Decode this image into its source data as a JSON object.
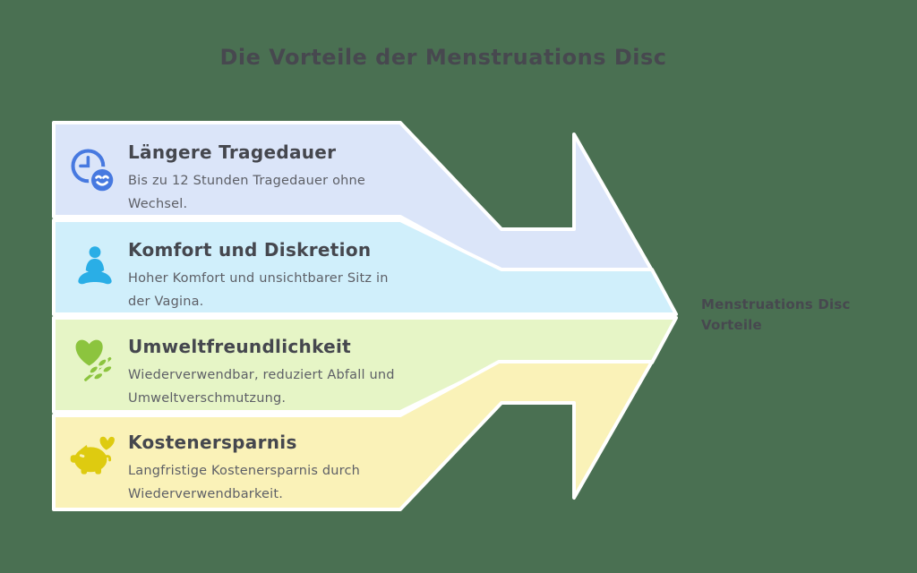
{
  "title": "Die Vorteile der Menstruations Disc",
  "arrow_label": "Menstruations Disc Vorteile",
  "colors": {
    "background": "#4a7052",
    "title_text": "#47484f",
    "heading_text": "#45474e",
    "body_text": "#5d5f66",
    "separator": "#ffffff"
  },
  "benefits": [
    {
      "heading": "Längere Tragedauer",
      "description": "Bis zu 12 Stunden Tragedauer ohne Wechsel.",
      "icon": "clock-smiley-icon",
      "band_color": "#dbe5f9",
      "icon_color": "#4779e0"
    },
    {
      "heading": "Komfort und Diskretion",
      "description": "Hoher Komfort und unsichtbarer Sitz in der Vagina.",
      "icon": "meditating-person-icon",
      "band_color": "#d0effb",
      "icon_color": "#2aaee6"
    },
    {
      "heading": "Umweltfreundlichkeit",
      "description": "Wiederverwendbar, reduziert Abfall und Umweltverschmutzung.",
      "icon": "heart-leaves-icon",
      "band_color": "#e6f5c6",
      "icon_color": "#8cc43e"
    },
    {
      "heading": "Kostenersparnis",
      "description": "Langfristige Kostenersparnis durch Wiederverwendbarkeit.",
      "icon": "piggy-bank-heart-icon",
      "band_color": "#faf2b8",
      "icon_color": "#decb10"
    }
  ]
}
